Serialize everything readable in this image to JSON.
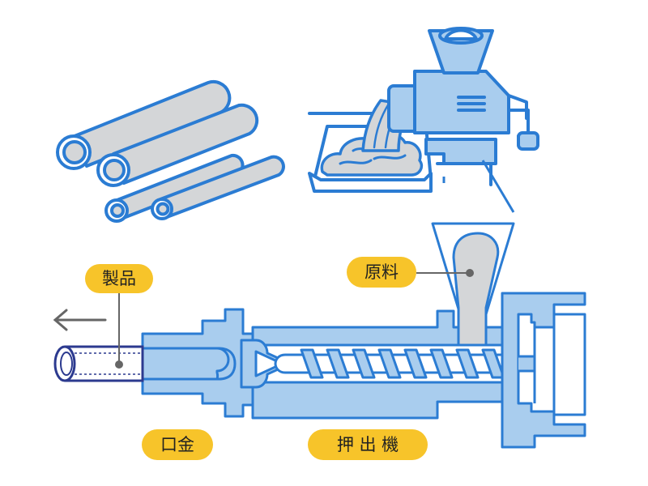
{
  "labels": {
    "product": "製品",
    "raw_material": "原料",
    "die": "口金",
    "extruder": "押 出 機"
  },
  "colors": {
    "fill_blue": "#a9cdee",
    "outline_blue": "#2b7cd3",
    "pipe_gray": "#d4d6d8",
    "label_yellow": "#f7c42a",
    "arrow_gray": "#666666",
    "pipe_navy": "#2c3a8f"
  },
  "icons": [
    "left-arrow-icon",
    "pipes-icon",
    "meat-grinder-icon"
  ]
}
